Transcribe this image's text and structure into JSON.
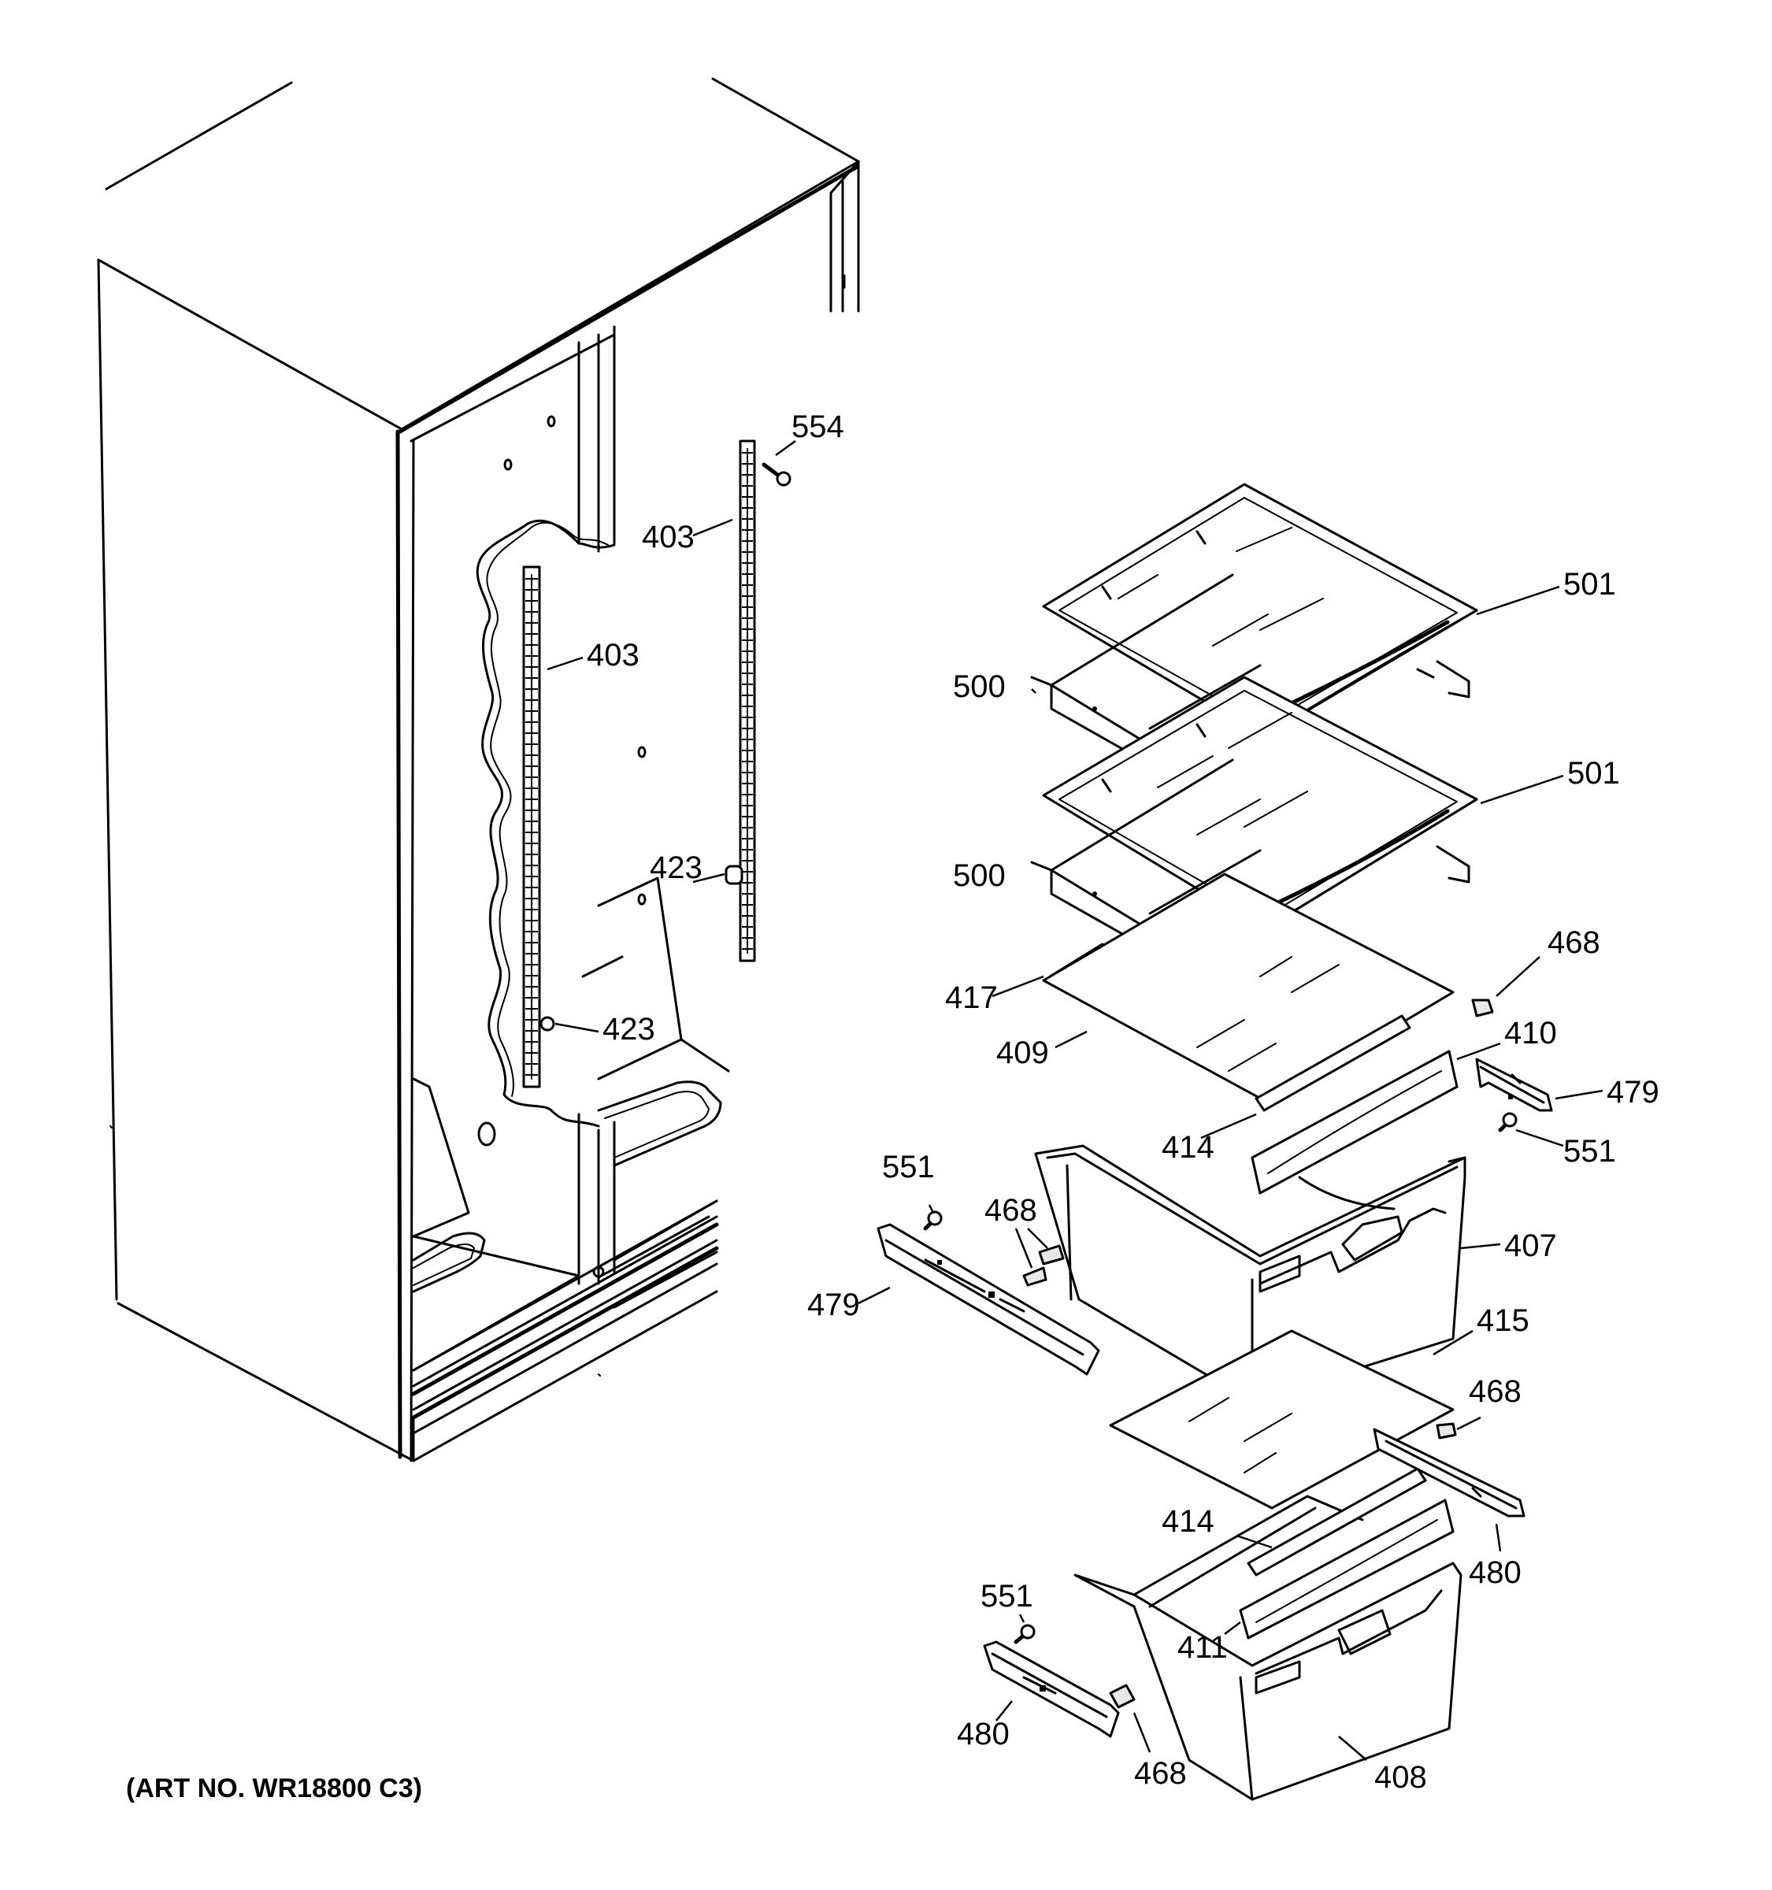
{
  "art_number": "(ART NO. WR18800 C3)",
  "callouts": [
    {
      "id": "c-554",
      "text": "554"
    },
    {
      "id": "c-403-right",
      "text": "403"
    },
    {
      "id": "c-403-left",
      "text": "403"
    },
    {
      "id": "c-423-right",
      "text": "423"
    },
    {
      "id": "c-423-left",
      "text": "423"
    },
    {
      "id": "c-501-top",
      "text": "501"
    },
    {
      "id": "c-500-top",
      "text": "500"
    },
    {
      "id": "c-501-mid",
      "text": "501"
    },
    {
      "id": "c-500-mid",
      "text": "500"
    },
    {
      "id": "c-468-a",
      "text": "468"
    },
    {
      "id": "c-417",
      "text": "417"
    },
    {
      "id": "c-409",
      "text": "409"
    },
    {
      "id": "c-410",
      "text": "410"
    },
    {
      "id": "c-479-right",
      "text": "479"
    },
    {
      "id": "c-414-top",
      "text": "414"
    },
    {
      "id": "c-551-right",
      "text": "551"
    },
    {
      "id": "c-551-left",
      "text": "551"
    },
    {
      "id": "c-468-b",
      "text": "468"
    },
    {
      "id": "c-407",
      "text": "407"
    },
    {
      "id": "c-479-left",
      "text": "479"
    },
    {
      "id": "c-415",
      "text": "415"
    },
    {
      "id": "c-468-c",
      "text": "468"
    },
    {
      "id": "c-414-bottom",
      "text": "414"
    },
    {
      "id": "c-480-right",
      "text": "480"
    },
    {
      "id": "c-551-bottom",
      "text": "551"
    },
    {
      "id": "c-411",
      "text": "411"
    },
    {
      "id": "c-480-left",
      "text": "480"
    },
    {
      "id": "c-468-d",
      "text": "468"
    },
    {
      "id": "c-408",
      "text": "408"
    }
  ]
}
